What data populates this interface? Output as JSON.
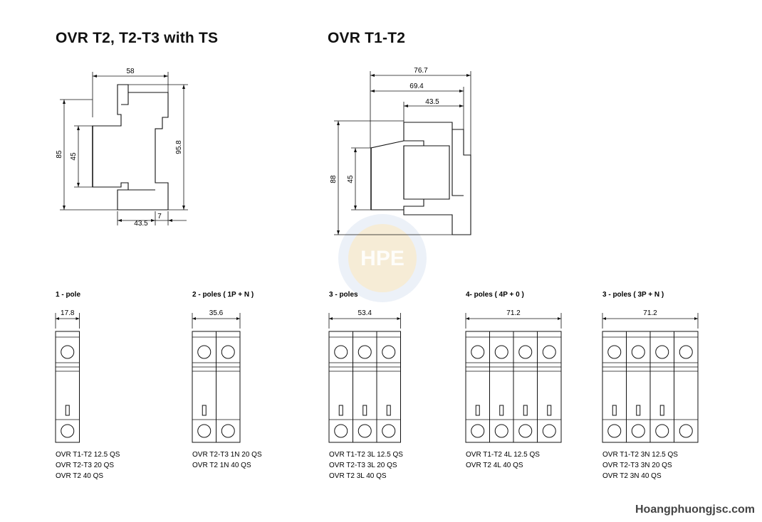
{
  "titles": {
    "left": "OVR T2, T2-T3 with TS",
    "right": "OVR T1-T2"
  },
  "left_drawing": {
    "width": "58",
    "height_outer": "85",
    "height_inner": "45",
    "height_total": "95.8",
    "depth": "43.5",
    "rail": "7"
  },
  "right_drawing": {
    "width_total": "76.7",
    "width_mid": "69.4",
    "width_inner": "43.5",
    "height_outer": "88",
    "height_inner": "45"
  },
  "poles": [
    {
      "title": "1 - pole",
      "width": "17.8",
      "count": 1,
      "handles": [
        true
      ],
      "models": [
        "OVR T1-T2 12.5 QS",
        "OVR T2-T3 20 QS",
        "OVR T2 40 QS"
      ]
    },
    {
      "title": "2 - poles ( 1P + N )",
      "width": "35.6",
      "count": 2,
      "handles": [
        true,
        false
      ],
      "models": [
        "OVR T2-T3 1N 20 QS",
        "OVR T2 1N 40 QS"
      ]
    },
    {
      "title": "3 - poles",
      "width": "53.4",
      "count": 3,
      "handles": [
        true,
        true,
        true
      ],
      "models": [
        "OVR T1-T2 3L 12.5 QS",
        "OVR T2-T3 3L 20 QS",
        "OVR T2 3L 40 QS"
      ]
    },
    {
      "title": "4- poles ( 4P + 0 )",
      "width": "71.2",
      "count": 4,
      "handles": [
        true,
        true,
        true,
        true
      ],
      "models": [
        "OVR T1-T2 4L 12.5 QS",
        "OVR T2 4L 40 QS"
      ]
    },
    {
      "title": "3 - poles ( 3P + N )",
      "width": "71.2",
      "count": 4,
      "handles": [
        true,
        true,
        true,
        false
      ],
      "models": [
        "OVR T1-T2 3N 12.5 QS",
        "OVR T2-T3 3N 20 QS",
        "OVR T2 3N 40 QS"
      ]
    }
  ],
  "watermark": "HPE",
  "footer": "Hoangphuongjsc.com"
}
